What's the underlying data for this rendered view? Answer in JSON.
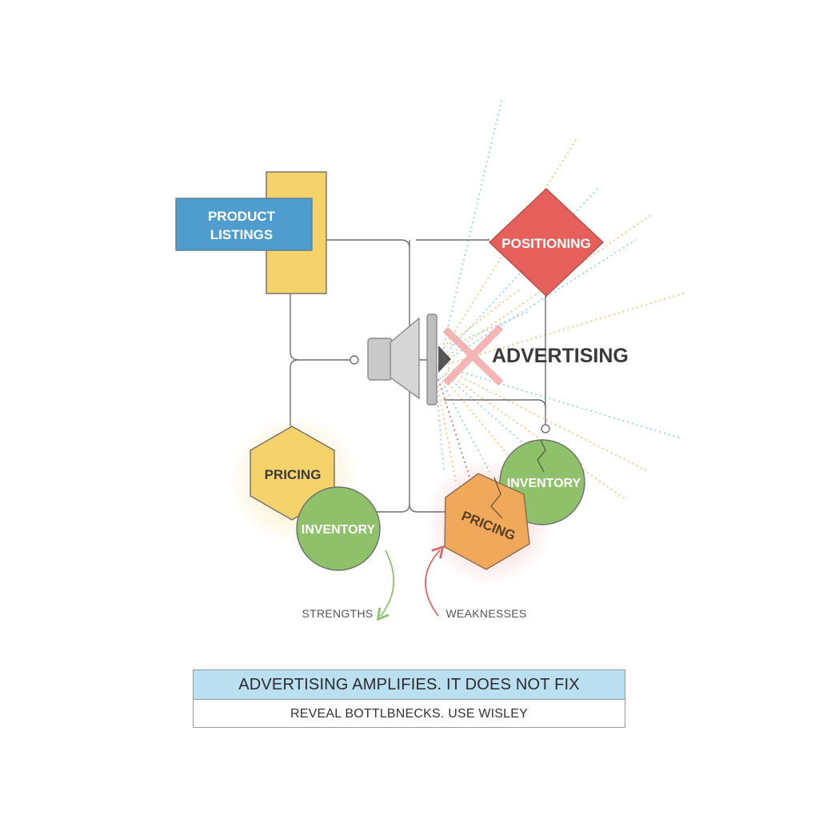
{
  "diagram": {
    "nodes": {
      "product_listings": "PRODUCT\nLISTINGS",
      "positioning": "POSITIONING",
      "advertising": "ADVERTISING",
      "pricing_strength": "PRICING",
      "inventory_strength": "INVENTORY",
      "pricing_weakness": "PRICING",
      "inventory_weakness": "INVENTORY"
    },
    "captions": {
      "strengths": "STRENGTHS",
      "weaknesses": "WEAKNESSES"
    },
    "icons": {
      "speaker": "speaker-icon",
      "cross": "cross-icon"
    },
    "colors": {
      "blue": "#4f9ccf",
      "yellow": "#f6d26b",
      "red": "#e5605a",
      "green": "#8fc06a",
      "orange": "#f0a95a",
      "light_blue": "#b9dff0"
    }
  },
  "banner": {
    "headline": "ADVERTISING AMPLIFIES. IT DOES NOT FIX",
    "subline": "REVEAL BOTTLBNECKS. USE WISLEY"
  }
}
